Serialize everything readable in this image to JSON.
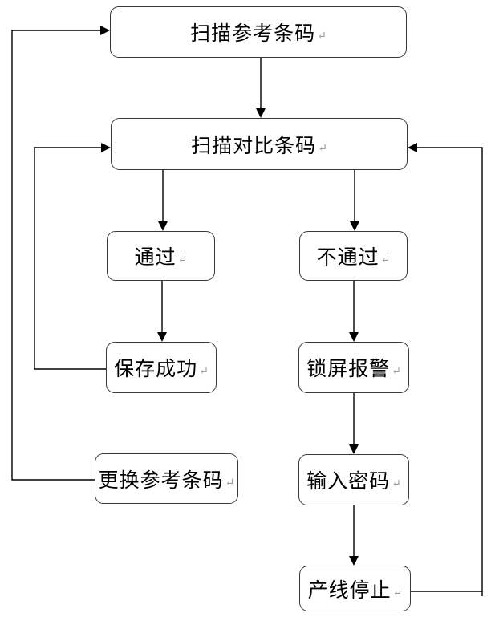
{
  "diagram": {
    "title": "",
    "paragraph_mark": "↵",
    "colors": {
      "background": "#ffffff",
      "connector_line": "#000000",
      "box_border": "#383838",
      "text": "#000000",
      "paragraph_mark": "#9b9b9b"
    },
    "nodes": [
      {
        "label": "扫描参考条码"
      },
      {
        "label": "扫描对比条码"
      },
      {
        "label": "通过"
      },
      {
        "label": "不通过"
      },
      {
        "label": "保存成功"
      },
      {
        "label": "锁屏报警"
      },
      {
        "label": "更换参考条码"
      },
      {
        "label": "输入密码"
      },
      {
        "label": "产线停止"
      }
    ],
    "edges": [
      {
        "from": "扫描参考条码",
        "to": "扫描对比条码"
      },
      {
        "from": "扫描对比条码",
        "to": "通过"
      },
      {
        "from": "扫描对比条码",
        "to": "不通过"
      },
      {
        "from": "通过",
        "to": "保存成功"
      },
      {
        "from": "保存成功",
        "to": "扫描对比条码"
      },
      {
        "from": "不通过",
        "to": "锁屏报警"
      },
      {
        "from": "锁屏报警",
        "to": "输入密码"
      },
      {
        "from": "输入密码",
        "to": "产线停止"
      },
      {
        "from": "产线停止",
        "to": "扫描对比条码"
      },
      {
        "from": "更换参考条码",
        "to": "扫描参考条码"
      }
    ]
  }
}
